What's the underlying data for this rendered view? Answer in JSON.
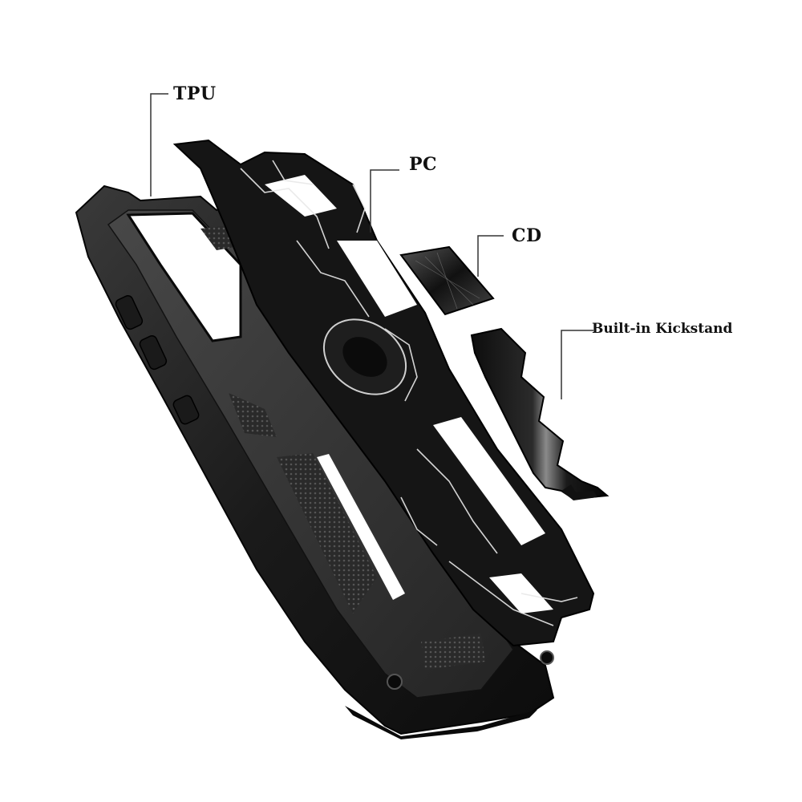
{
  "labels": {
    "tpu": "TPU",
    "pc": "PC",
    "cd": "CD",
    "kickstand": "Built-in Kickstand"
  },
  "colors": {
    "case_black": "#141414",
    "case_mid": "#2a2a2a",
    "marble_vein": "#e8e8e8",
    "leader_line": "#333333"
  }
}
